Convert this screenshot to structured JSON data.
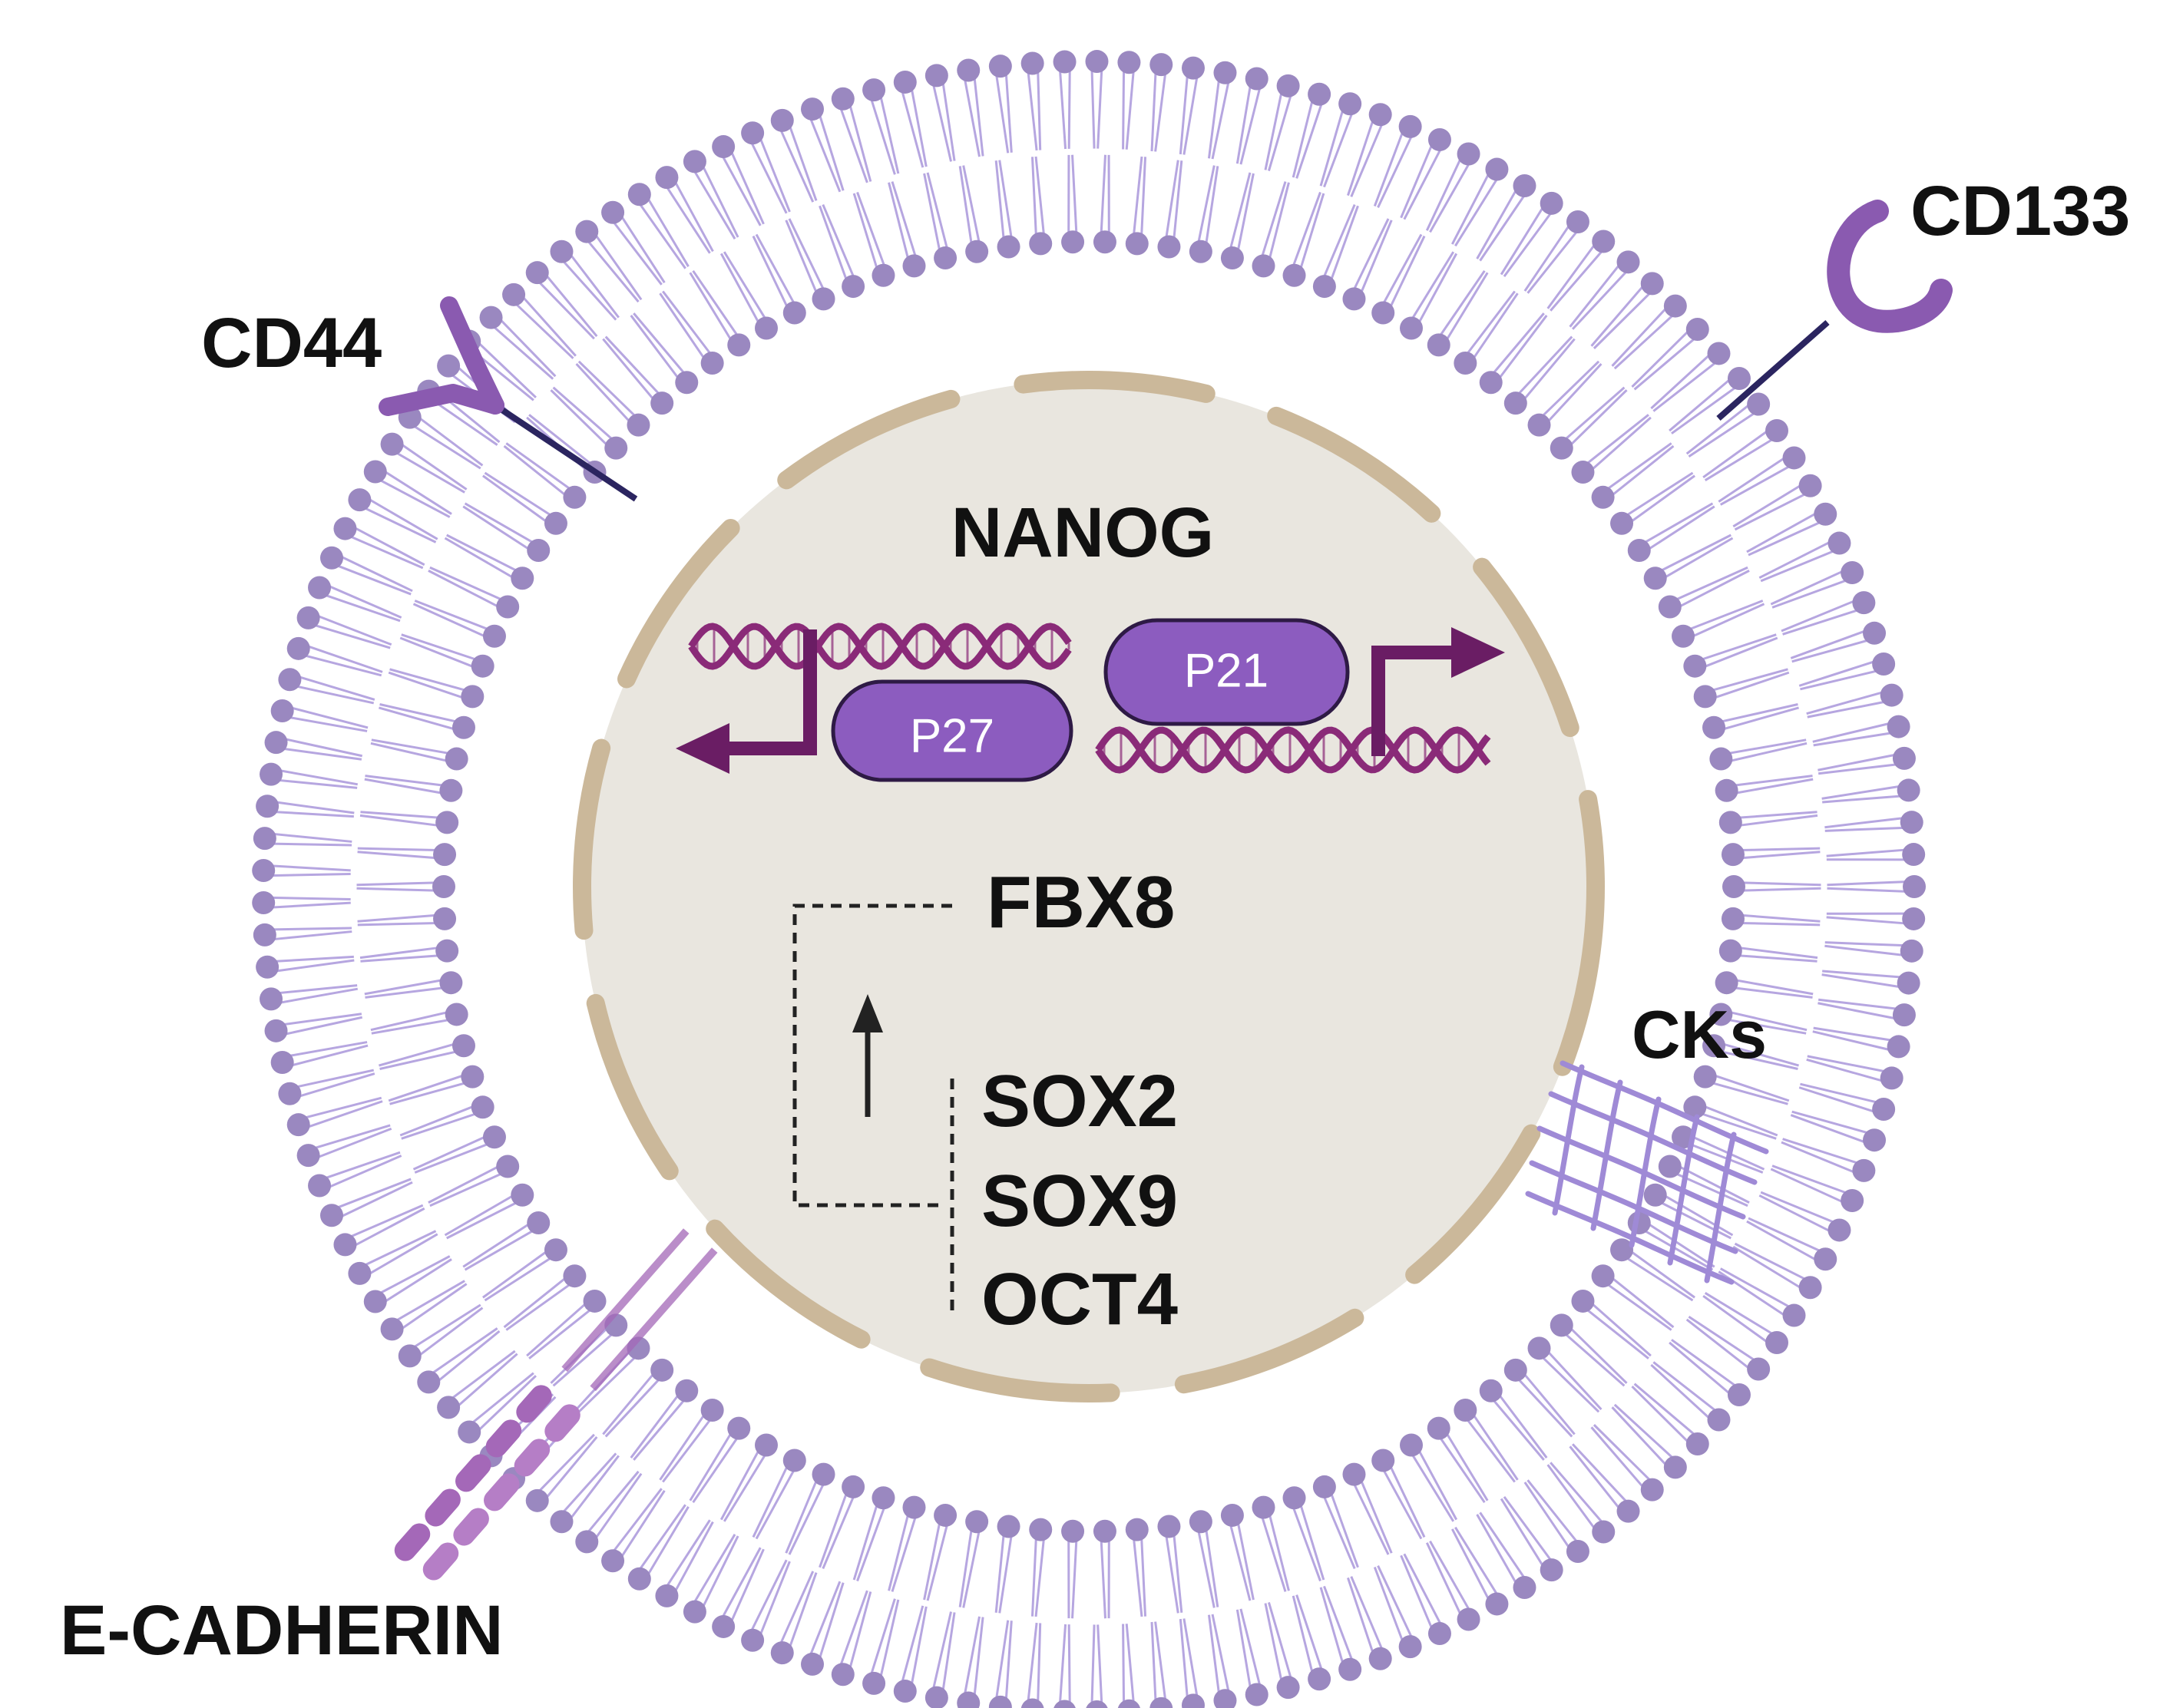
{
  "labels": {
    "cd44": "CD44",
    "cd133": "CD133",
    "e_cadherin": "E-CADHERIN",
    "cks": "CKs",
    "nanog": "NANOG",
    "p27": "P27",
    "p21": "P21",
    "fbx8": "FBX8",
    "sox2": "SOX2",
    "sox9": "SOX9",
    "oct4": "OCT4"
  },
  "colors": {
    "membrane_head": "#9a88c0",
    "membrane_tail": "#b6a6e0",
    "nucleus_fill": "#e9e6df",
    "nuclear_envelope": "#cbb89a",
    "receptor": "#8a5ab0",
    "pill": "#8c5cbf",
    "dna": "#8a2a78",
    "arrow_dark": "#6a1d64",
    "cytokeratin": "#9f8ad6",
    "text": "#111111"
  },
  "icons": {
    "cd44": "y-shaped-receptor-icon",
    "cd133": "c-shaped-receptor-icon",
    "e_cadherin": "cadherin-chain-icon",
    "cks": "cytokeratin-mesh-icon",
    "dna": "dna-helix-icon",
    "up_arrow": "up-arrow-icon"
  }
}
